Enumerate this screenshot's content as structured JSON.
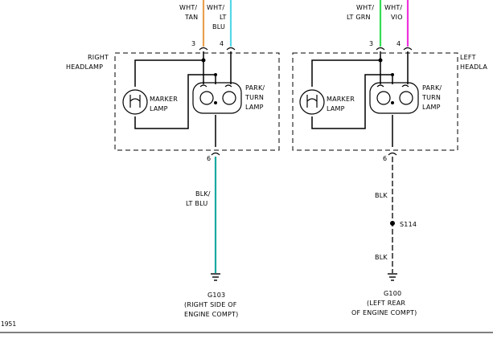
{
  "colors": {
    "wht_tan": "#e8a050",
    "wht_lt_blu": "#55d8e8",
    "wht_lt_grn": "#33dd55",
    "wht_vio": "#ee33dd",
    "blk_lt_blu": "#1aa8a0",
    "blk": "#111111"
  },
  "right_headlamp": {
    "title_line1": "RIGHT",
    "title_line2": "HEADLAMP",
    "wire_3_line1": "WHT/",
    "wire_3_line2": "TAN",
    "wire_4_line1": "WHT/",
    "wire_4_line2": "LT",
    "wire_4_line3": "BLU",
    "pin_3": "3",
    "pin_4": "4",
    "pin_6": "6",
    "marker_line1": "MARKER",
    "marker_line2": "LAMP",
    "park_line1": "PARK/",
    "park_line2": "TURN",
    "park_line3": "LAMP",
    "ground_wire_line1": "BLK/",
    "ground_wire_line2": "LT BLU",
    "ground_id": "G103",
    "ground_loc_line1": "(RIGHT SIDE OF",
    "ground_loc_line2": "ENGINE COMPT)"
  },
  "left_headlamp": {
    "title_line1": "LEFT",
    "title_line2": "HEADLA",
    "wire_3_line1": "WHT/",
    "wire_3_line2": "LT GRN",
    "wire_4_line1": "WHT/",
    "wire_4_line2": "VIO",
    "pin_3": "3",
    "pin_4": "4",
    "pin_6": "6",
    "marker_line1": "MARKER",
    "marker_line2": "LAMP",
    "park_line1": "PARK/",
    "park_line2": "TURN",
    "park_line3": "LAMP",
    "wire_blk_upper": "BLK",
    "splice_id": "S114",
    "wire_blk_lower": "BLK",
    "ground_id": "G100",
    "ground_loc_line1": "(LEFT REAR",
    "ground_loc_line2": "OF ENGINE COMPT)"
  },
  "figure_number": "1951"
}
